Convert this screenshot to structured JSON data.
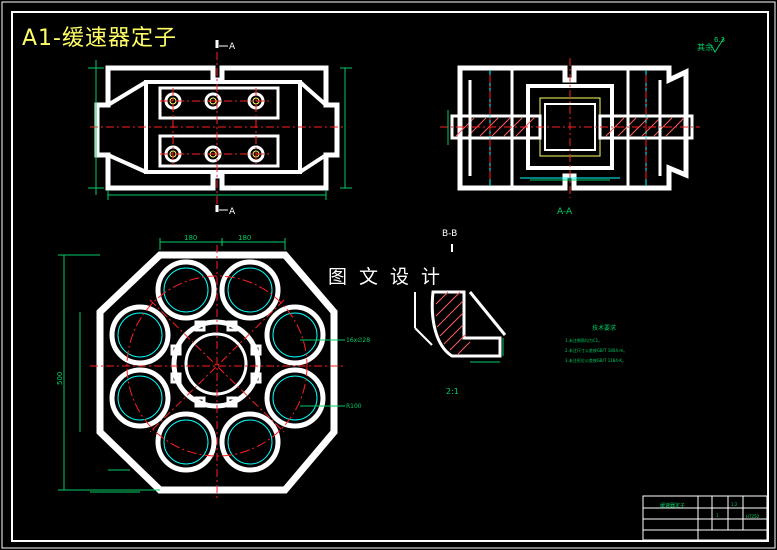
{
  "drawing": {
    "title": "A1-缓速器定子",
    "watermark": "图文设计",
    "section_mark_a": "A",
    "view_label_aa": "A-A",
    "view_label_bb": "B-B",
    "detail_scale": "2:1",
    "roughness_note": "其余",
    "roughness_value": "6.3",
    "tech_requirements": {
      "heading": "技术要求",
      "items": [
        "1.未注倒角均为C1。",
        "2.未注尺寸公差按GB/T 1804-m。",
        "3.未注形位公差按GB/T 1184-K。"
      ]
    },
    "title_block": {
      "part_name": "缓速器定子",
      "scale": "1:2",
      "material": "HT250",
      "sheet": "1"
    },
    "dimensions": {
      "top_width": "180",
      "top_offset": "180",
      "height_total": "500",
      "side_note": "16x∅28",
      "radius_note": "R100"
    }
  },
  "colors": {
    "background": "#000000",
    "frame": "#ffffff",
    "outline": "#ffffff",
    "center_line": "#ff2020",
    "dimension": "#00cc66",
    "hatch": "#ff6060",
    "title": "#ffff66",
    "inner": "#ffff66",
    "alt_outline": "#00ffff"
  }
}
